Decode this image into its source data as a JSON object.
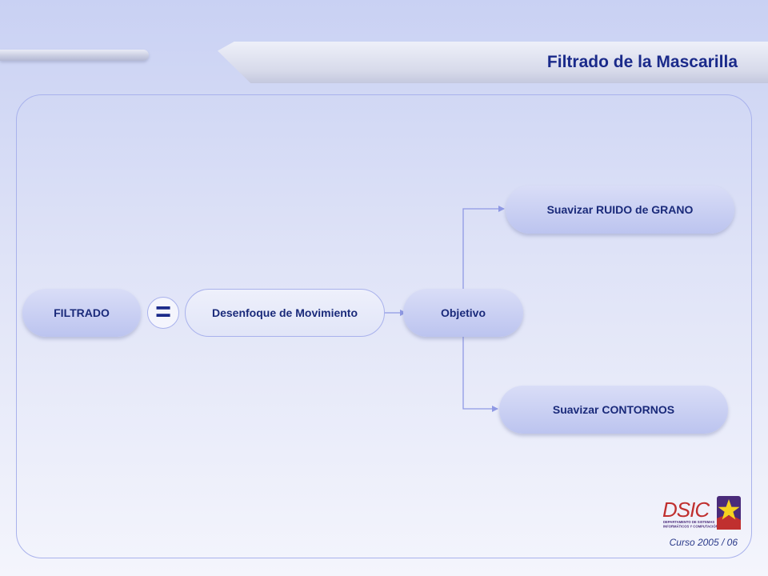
{
  "slide": {
    "title": "Filtrado de la Mascarilla",
    "footer": "Curso 2005 / 06"
  },
  "diagram": {
    "nodes": {
      "filtrado": "FILTRADO",
      "equals": "=",
      "desenfoque": "Desenfoque de Movimiento",
      "objetivo": "Objetivo",
      "ruido": "Suavizar RUIDO de GRANO",
      "contornos": "Suavizar CONTORNOS"
    },
    "edges": [
      {
        "from": "desenfoque",
        "to": "objetivo"
      },
      {
        "from": "objetivo",
        "to": "ruido"
      },
      {
        "from": "objetivo",
        "to": "contornos"
      }
    ]
  },
  "logo": {
    "text": "DSIC",
    "subtitle_line1": "DEPARTAMENTO DE SISTEMAS",
    "subtitle_line2": "INFORMÁTICOS Y COMPUTACIÓN"
  },
  "colors": {
    "title": "#1a2a8a",
    "node_text": "#1a2a7a",
    "connector": "#8f99e4",
    "logo_red": "#c0302f",
    "logo_purple": "#4a2b7a",
    "logo_yellow": "#f5d21f"
  }
}
